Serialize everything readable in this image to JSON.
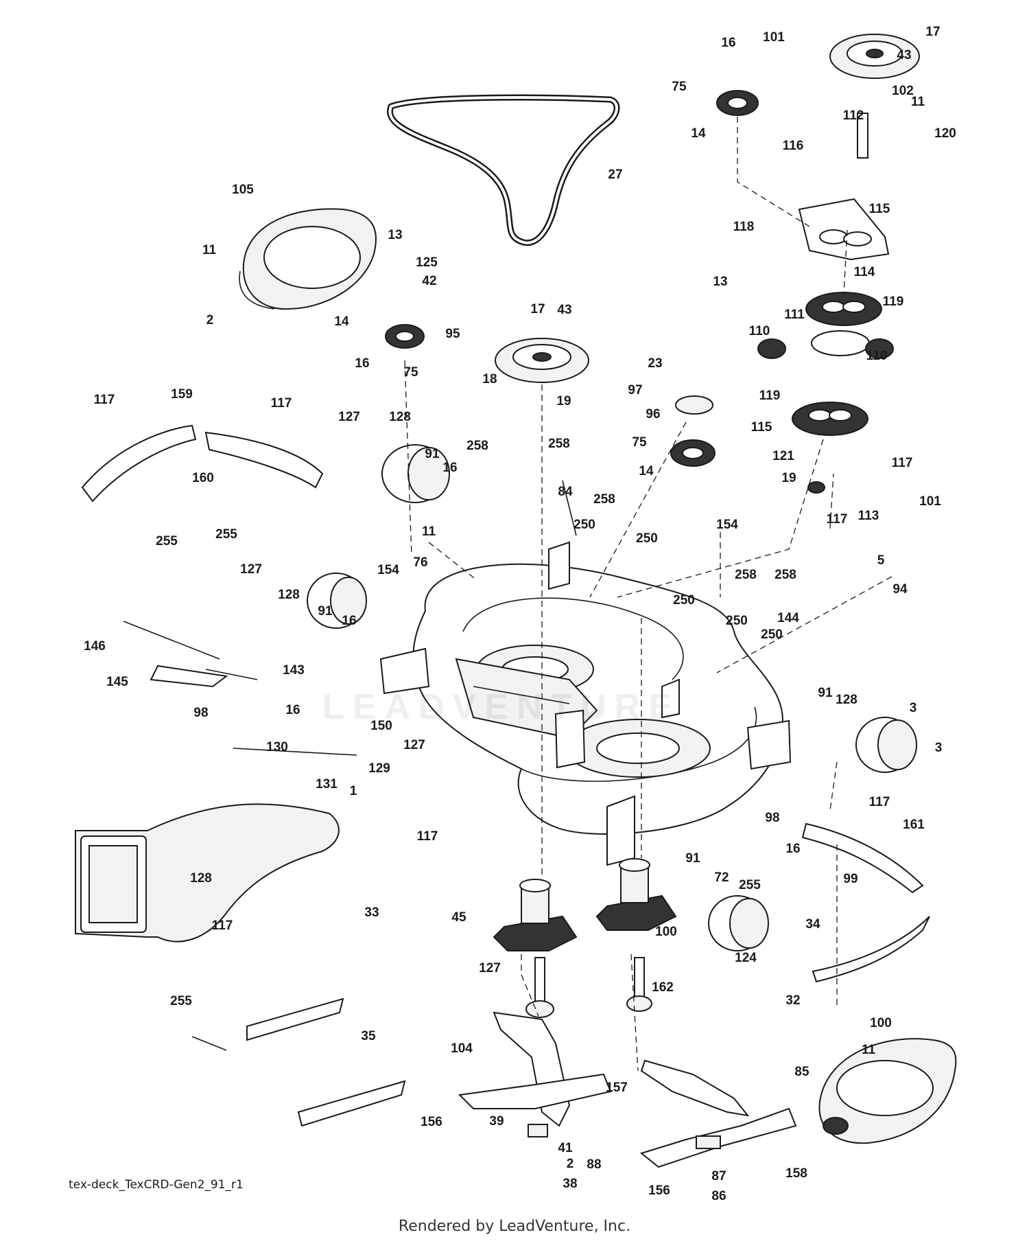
{
  "diagram": {
    "code": "tex-deck_TexCRD-Gen2_91_r1",
    "credit": "Rendered by LeadVenture, Inc.",
    "watermark": "LEADVENTURE",
    "callouts": [
      "17",
      "43",
      "16",
      "101",
      "75",
      "102",
      "11",
      "112",
      "120",
      "14",
      "116",
      "27",
      "105",
      "115",
      "118",
      "13",
      "125",
      "11",
      "42",
      "114",
      "13",
      "119",
      "14",
      "95",
      "2",
      "111",
      "17",
      "43",
      "110",
      "110",
      "16",
      "75",
      "23",
      "18",
      "97",
      "19",
      "119",
      "117",
      "159",
      "117",
      "96",
      "115",
      "127",
      "128",
      "75",
      "258",
      "258",
      "121",
      "117",
      "91",
      "16",
      "14",
      "19",
      "160",
      "84",
      "101",
      "258",
      "117",
      "113",
      "154",
      "11",
      "250",
      "250",
      "255",
      "255",
      "76",
      "154",
      "5",
      "94",
      "127",
      "258",
      "258",
      "128",
      "250",
      "91",
      "16",
      "250",
      "250",
      "144",
      "146",
      "143",
      "145",
      "98",
      "16",
      "91",
      "128",
      "3",
      "150",
      "127",
      "3",
      "129",
      "130",
      "131",
      "1",
      "98",
      "117",
      "117",
      "161",
      "16",
      "91",
      "72",
      "128",
      "255",
      "99",
      "33",
      "45",
      "100",
      "117",
      "34",
      "127",
      "124",
      "162",
      "32",
      "255",
      "100",
      "35",
      "104",
      "11",
      "85",
      "157",
      "156",
      "39",
      "41",
      "2",
      "158",
      "88",
      "38",
      "156",
      "87",
      "86"
    ]
  }
}
